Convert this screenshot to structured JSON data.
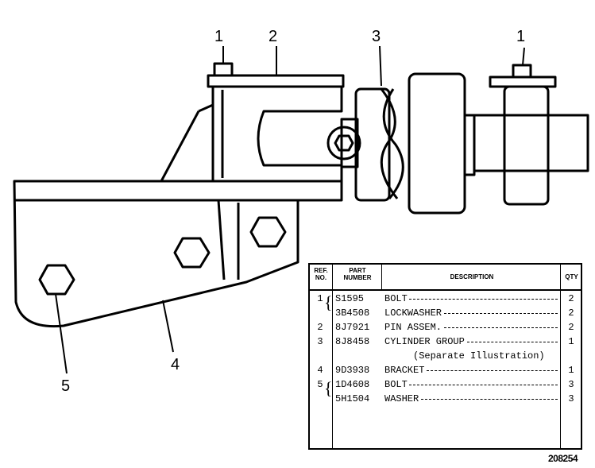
{
  "callouts": {
    "c1a": "1",
    "c2": "2",
    "c3": "3",
    "c1b": "1",
    "c4": "4",
    "c5": "5"
  },
  "figure_number": "208254",
  "parts_table": {
    "headers": {
      "ref": [
        "REF.",
        "NO."
      ],
      "part": [
        "PART",
        "NUMBER"
      ],
      "desc": "DESCRIPTION",
      "qty": "QTY"
    },
    "rows": [
      {
        "ref": "1",
        "part": "S1595",
        "desc": "BOLT",
        "qty": "2"
      },
      {
        "ref": "",
        "part": "3B4508",
        "desc": "LOCKWASHER",
        "qty": "2"
      },
      {
        "ref": "2",
        "part": "8J7921",
        "desc": "PIN ASSEM.",
        "qty": "2"
      },
      {
        "ref": "3",
        "part": "8J8458",
        "desc": "CYLINDER GROUP",
        "qty": "1"
      },
      {
        "ref": "",
        "part": "",
        "desc": "(Separate Illustration)",
        "qty": ""
      },
      {
        "ref": "4",
        "part": "9D3938",
        "desc": "BRACKET",
        "qty": "1"
      },
      {
        "ref": "5",
        "part": "1D4608",
        "desc": "BOLT",
        "qty": "3"
      },
      {
        "ref": "",
        "part": "5H1504",
        "desc": "WASHER",
        "qty": "3"
      }
    ]
  }
}
